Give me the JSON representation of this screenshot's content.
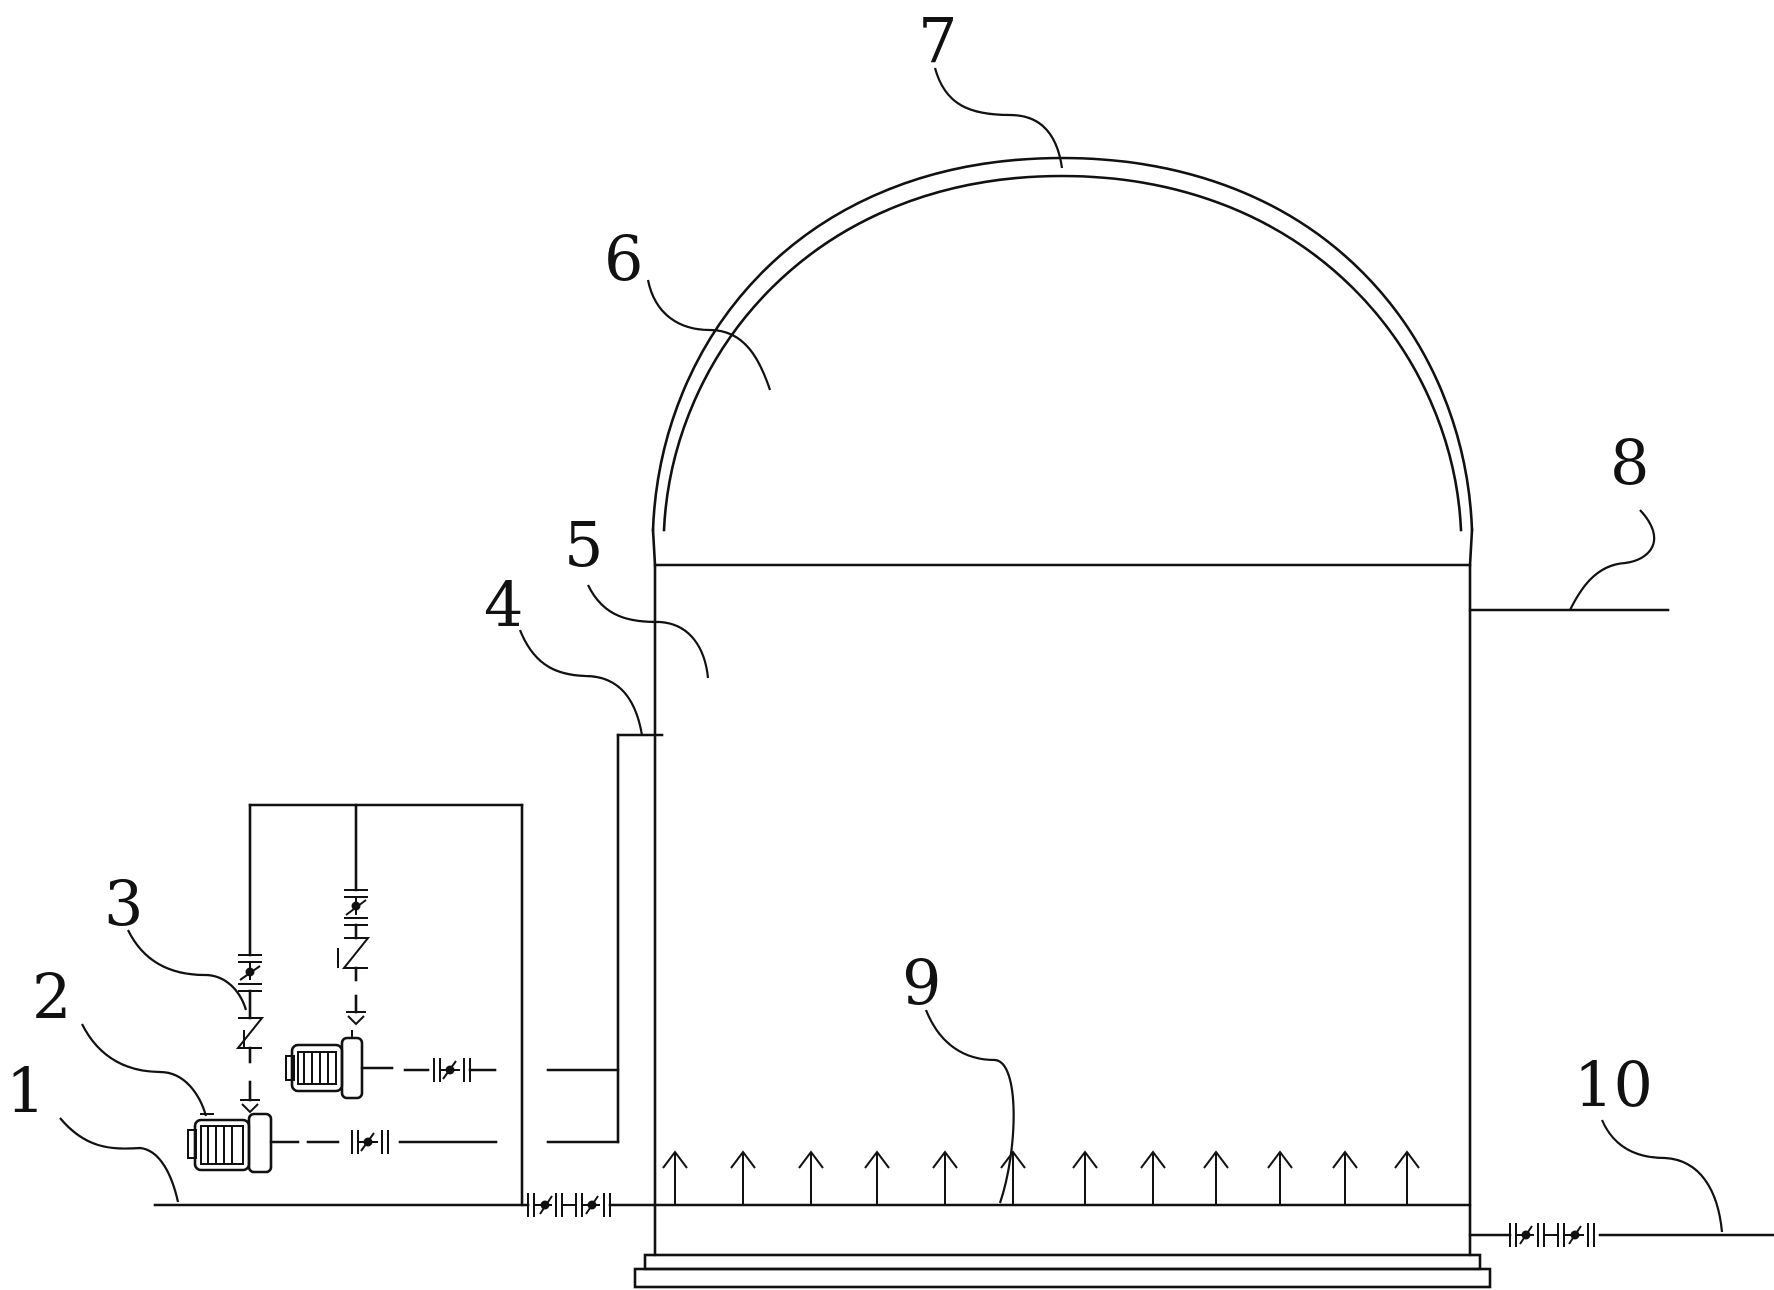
{
  "labels": {
    "l1": "1",
    "l2": "2",
    "l3": "3",
    "l4": "4",
    "l5": "5",
    "l6": "6",
    "l7": "7",
    "l8": "8",
    "l9": "9",
    "l10": "10"
  },
  "colors": {
    "ink": "#111111",
    "background": "#ffffff"
  }
}
